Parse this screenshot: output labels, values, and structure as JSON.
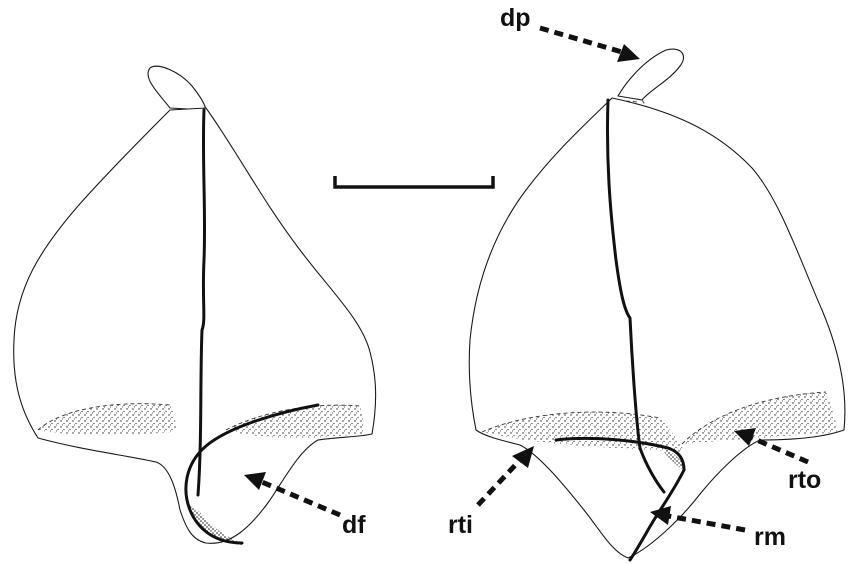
{
  "figure": {
    "labels": {
      "dp": "dp",
      "df": "df",
      "rti": "rti",
      "rto": "rto",
      "rm": "rm"
    },
    "panels": [
      "left-valve-drawing",
      "right-valve-drawing"
    ],
    "scale_bar": {
      "label": ""
    }
  }
}
